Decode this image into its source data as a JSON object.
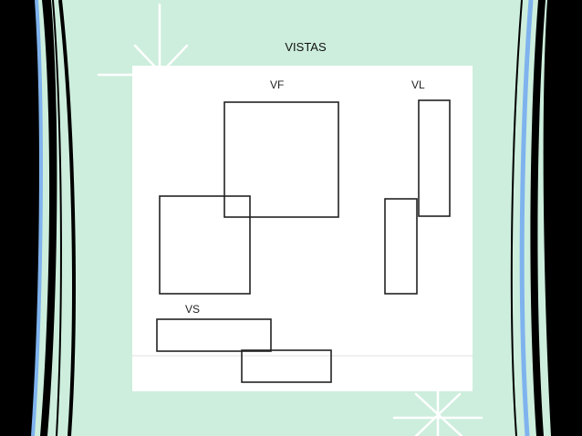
{
  "slide": {
    "title": "VISTAS",
    "colors": {
      "background": "#cdeedd",
      "border_black": "#000000",
      "border_blue": "#7fb3ee",
      "sparkle": "#ffffff",
      "panel": "#ffffff",
      "ink": "#222222"
    },
    "decorations": [
      "sparkle-star-top-left",
      "sparkle-star-bottom-right"
    ]
  },
  "views": [
    {
      "id": "vf",
      "label": "VF"
    },
    {
      "id": "vl",
      "label": "VL"
    },
    {
      "id": "vs",
      "label": "VS"
    }
  ]
}
